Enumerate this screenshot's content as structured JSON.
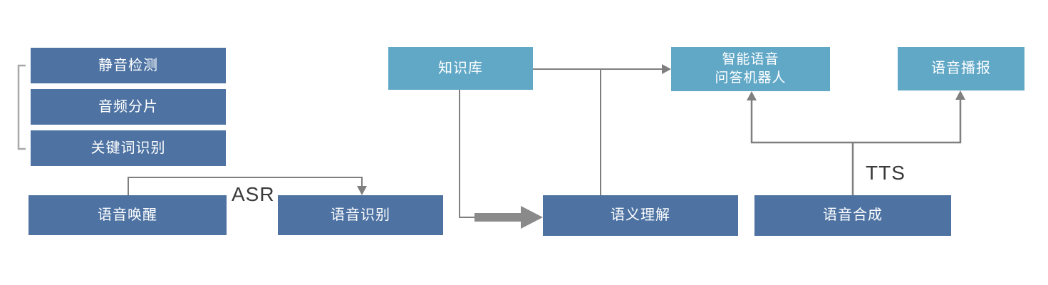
{
  "diagram": {
    "boxes": [
      {
        "id": "silence-detection",
        "label": "静音检测",
        "variant": "dark"
      },
      {
        "id": "audio-segmentation",
        "label": "音频分片",
        "variant": "dark"
      },
      {
        "id": "keyword-recognition",
        "label": "关键词识别",
        "variant": "dark"
      },
      {
        "id": "voice-wakeup",
        "label": "语音唤醒",
        "variant": "dark"
      },
      {
        "id": "speech-recognition",
        "label": "语音识别",
        "variant": "dark"
      },
      {
        "id": "knowledge-base",
        "label": "知识库",
        "variant": "light"
      },
      {
        "id": "semantic-understanding",
        "label": "语义理解",
        "variant": "dark"
      },
      {
        "id": "qa-robot",
        "label": "智能语音\n问答机器人",
        "variant": "light"
      },
      {
        "id": "voice-broadcast",
        "label": "语音播报",
        "variant": "light"
      },
      {
        "id": "speech-synthesis",
        "label": "语音合成",
        "variant": "dark"
      }
    ],
    "labels": {
      "asr": "ASR",
      "tts": "TTS"
    },
    "colors": {
      "dark_box": "#4E73A3",
      "light_box": "#61A8C7",
      "box_text": "#FFFFFF",
      "connector": "#7F7F7F",
      "thick_arrow": "#8A8A8A",
      "bracket": "#A8A8A8",
      "label_text": "#3A3A3A",
      "background": "#FFFFFF"
    }
  }
}
